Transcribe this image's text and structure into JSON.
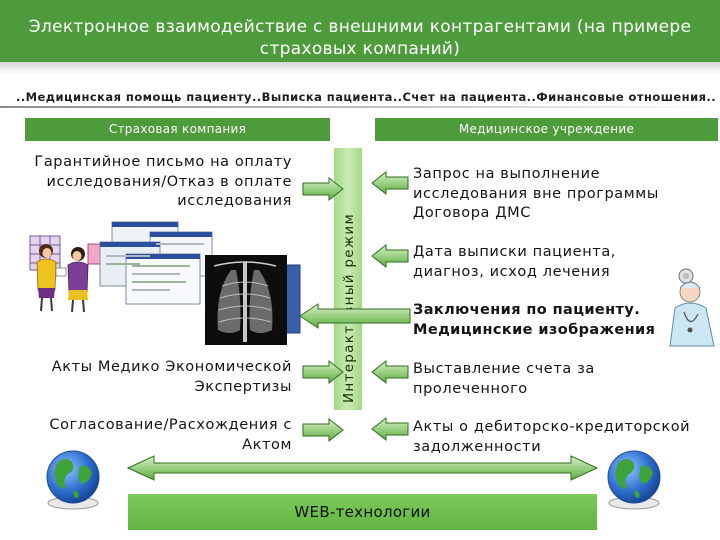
{
  "theme": {
    "green": "#4d9b3a",
    "light_green": "#a6d889",
    "web_green": "#62b443",
    "text": "#141414",
    "arrow_light": "#d8f2c6",
    "arrow_dark": "#5fae40",
    "arrow_stroke": "#2f6e22"
  },
  "title": {
    "line1": "Электронное взаимодействие с внешними контрагентами (на примере",
    "line2": "страховых компаний)"
  },
  "topics": "..Медицинская помощь пациенту..Выписка пациента..Счет на пациента..Финансовые отношения..",
  "columns": {
    "left_header": "Страховая компания",
    "right_header": "Медицинское учреждение"
  },
  "center_bar": "Интерактивный режим",
  "left_items": [
    {
      "lines": [
        "Гарантийное письмо на оплату",
        "исследования/Отказ в оплате",
        "исследования"
      ]
    },
    {
      "lines": [
        "Акты Медико Экономической",
        "Экспертизы"
      ]
    },
    {
      "lines": [
        "Согласование/Расхождения с",
        "Актом"
      ]
    }
  ],
  "right_items": [
    {
      "lines": [
        "Запрос на выполнение",
        "исследования вне программы",
        "Договора ДМС"
      ]
    },
    {
      "lines": [
        "Дата выписки пациента,",
        "диагноз, исход лечения"
      ]
    },
    {
      "lines": [
        "Заключения по пациенту.",
        "Медицинские изображения"
      ]
    },
    {
      "lines": [
        "Выставление счета за",
        "пролеченного"
      ]
    },
    {
      "lines": [
        "Акты о дебиторско-кредиторской",
        "задолженности"
      ]
    }
  ],
  "footer": "WEB-технологии",
  "icons": {
    "people": "business-people-illustration",
    "screens": "screenshots-collage",
    "xray": "xray-image",
    "globe": "globe-icon",
    "doctor": "doctor-illustration"
  }
}
